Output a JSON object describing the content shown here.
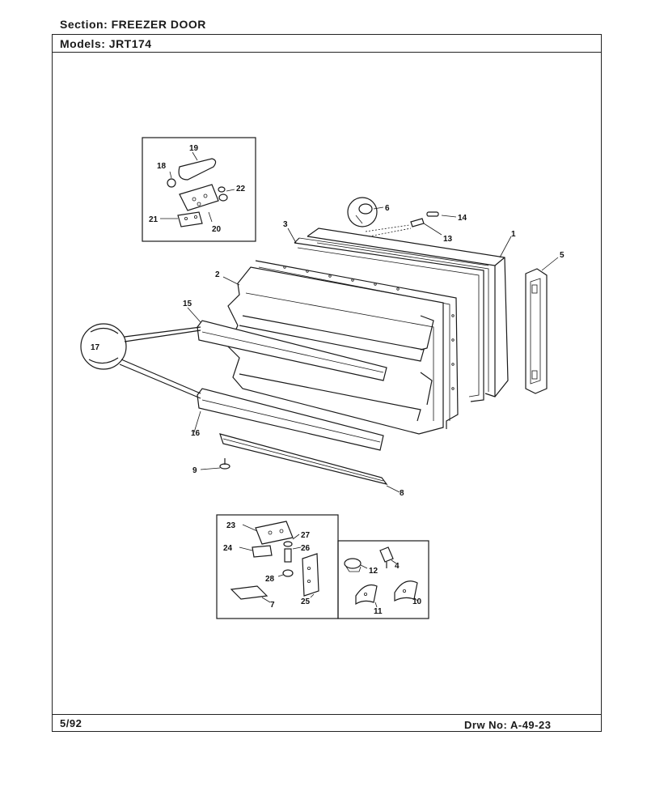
{
  "header": {
    "section_label": "Section:",
    "section_value": "FREEZER DOOR",
    "models_label": "Models:",
    "models_value": "JRT174"
  },
  "footer": {
    "date": "5/92",
    "drawing_label": "Drw No:",
    "drawing_number": "A-49-23"
  },
  "callouts": [
    "1",
    "2",
    "3",
    "4",
    "5",
    "6",
    "7",
    "8",
    "9",
    "10",
    "11",
    "12",
    "13",
    "14",
    "15",
    "16",
    "17",
    "18",
    "19",
    "20",
    "21",
    "22",
    "23",
    "24",
    "25",
    "26",
    "27",
    "28"
  ]
}
